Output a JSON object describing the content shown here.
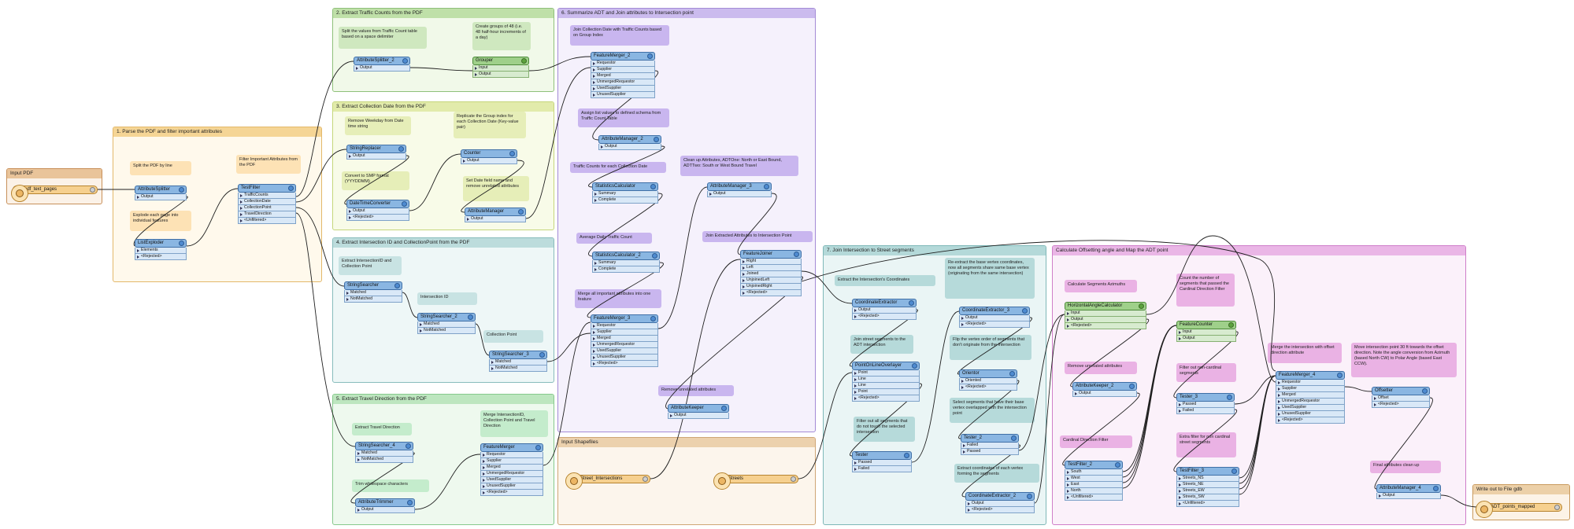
{
  "diagram": {
    "bookmarks": {
      "input_pdf": {
        "title": "Input PDF",
        "color": "#f7e3cf"
      },
      "b1": {
        "title": "1. Parse the PDF and filter important attributes",
        "color": "#fdf3dd"
      },
      "b2": {
        "title": "2. Extract Traffic Counts from the PDF",
        "color": "#eef7e3"
      },
      "b3": {
        "title": "3. Extract Collection Date from the PDF",
        "color": "#f4f8df"
      },
      "b4": {
        "title": "4. Extract Intersection ID and CollectionPoint from the PDF",
        "color": "#e6f2f2"
      },
      "b5": {
        "title": "5. Extract Travel Direction from the PDF",
        "color": "#e7f6e7"
      },
      "b6": {
        "title": "6. Summarize ADT and Join attributes to Intersection point",
        "color": "#efe9f9"
      },
      "input_shp": {
        "title": "Input Shapefiles",
        "color": "#fbf1e6"
      },
      "b7": {
        "title": "7. Join Intersection to Street segments",
        "color": "#e4f1f1"
      },
      "b8": {
        "title": "Calculate Offsetting angle and Map the ADT point",
        "color": "#f7e7f6"
      },
      "write": {
        "title": "Write out to File gdb",
        "color": "#f9ecd9"
      }
    },
    "notes": {
      "n_split": "Split the PDF by line",
      "n_explode": "Explode each page into individual features",
      "n_filter": "Filter Important Attributes from the PDF",
      "n2a": "Split the values from Traffic Count table based on a space delimiter",
      "n2b": "Create groups of 48 (i.e. 48 half-hour increments of a day)",
      "n3a": "Remove Weekday from Date time string",
      "n3b": "Convert to SMP format (YYYDDMM)",
      "n3c": "Replicate the Group index for each Collection Date (Key-value pair)",
      "n3d": "Set Date field name and remove unrelated attributes",
      "n4a": "Extract IntersectionID and Collection Point",
      "n4b": "Intersection ID",
      "n4c": "Collection Point",
      "n5a": "Extract Travel Direction",
      "n5b": "Trim whitespace characters",
      "n5c": "Merge IntersectionID, Collection Point and Travel Direction",
      "n6a": "Join Collection Date with Traffic Counts based on Group Index",
      "n6b": "Assign list values to defined schema from Traffic Count Table",
      "n6c": "Traffic Counts for each Collection Date",
      "n6d": "Average Daily Traffic Count",
      "n6e": "Merge all important attributes into one feature",
      "n6f": "Clean up Attributes, ADTOne: North or East Bound, ADTTwo: South or West Bound Travel",
      "n6g": "Join Extracted Attributes to Intersection Point",
      "n6h": "Remove unrelated attributes",
      "n7a": "Extract the Intersection's Coordinates",
      "n7b": "Join street segments to the ADT intersection",
      "n7c": "Filter out all segments that do not touch the selected intersection",
      "n7d": "Re-extract the base vertex coordinates, now all segments share same base vertex (originating from the same intersection)",
      "n7e": "Flip the vertex order of segments that don't originate from the intersection",
      "n7f": "Select segments that have their base vertex overlapped with the intersection point",
      "n7g": "Extract coordinates of each vertex forming the segments",
      "n8a": "Calculate Segments Azimuths",
      "n8b": "Remove unrelated attributes",
      "n8c": "Cardinal Direction Filter",
      "n8d": "Count the number of segments that passed the Cardinal Direction Filter",
      "n8e": "Filter out non-cardinal segments",
      "n8f": "Extra filter for non cardinal street segments",
      "n8g": "Merge the intersection with offset direction attribute",
      "n8h": "Move intersection point 30 ft towards the offset direction. Note the angle conversion from Azimuth (based North CW) to Polar Angle (based East CCW).",
      "n8i": "Final attributes clean up"
    },
    "transformers": {
      "pdf_reader": {
        "name": "pdf_text_pages",
        "ports": []
      },
      "attr_splitter": {
        "name": "AttributeSplitter",
        "ports": [
          "Output"
        ]
      },
      "list_exploder": {
        "name": "ListExploder",
        "ports": [
          "Elements",
          "<Rejected>"
        ]
      },
      "test_filter": {
        "name": "TestFilter",
        "ports": [
          "TrafficCounts",
          "CollectionDate",
          "CollectionPoint",
          "TravelDirection",
          "<Unfiltered>"
        ]
      },
      "attr_splitter_2": {
        "name": "AttributeSplitter_2",
        "ports": [
          "Output"
        ]
      },
      "grouper": {
        "name": "Grouper",
        "ports": [
          "Input",
          "Output"
        ]
      },
      "string_replacer": {
        "name": "StringReplacer",
        "ports": [
          "Output"
        ]
      },
      "datetime_conv": {
        "name": "DateTimeConverter",
        "ports": [
          "Output",
          "<Rejected>"
        ]
      },
      "counter": {
        "name": "Counter",
        "ports": [
          "Output"
        ]
      },
      "attr_manager": {
        "name": "AttributeManager",
        "ports": [
          "Output"
        ]
      },
      "string_searcher": {
        "name": "StringSearcher",
        "ports": [
          "Matched",
          "NotMatched"
        ]
      },
      "string_searcher_2": {
        "name": "StringSearcher_2",
        "ports": [
          "Matched",
          "NotMatched"
        ]
      },
      "string_searcher_3": {
        "name": "StringSearcher_3",
        "ports": [
          "Matched",
          "NotMatched"
        ]
      },
      "string_searcher_4": {
        "name": "StringSearcher_4",
        "ports": [
          "Matched",
          "NotMatched"
        ]
      },
      "attr_trimmer": {
        "name": "AttributeTrimmer",
        "ports": [
          "Output"
        ]
      },
      "feature_merger": {
        "name": "FeatureMerger",
        "ports": [
          "Requestor",
          "Supplier",
          "Merged",
          "UnmergedRequestor",
          "UsedSupplier",
          "UnusedSupplier",
          "<Rejected>"
        ]
      },
      "feature_merger_2": {
        "name": "FeatureMerger_2",
        "ports": [
          "Requestor",
          "Supplier",
          "Merged",
          "UnmergedRequestor",
          "UsedSupplier",
          "UnusedSupplier"
        ]
      },
      "attr_manager_2": {
        "name": "AttributeManager_2",
        "ports": [
          "Output"
        ]
      },
      "stats_calc": {
        "name": "StatisticsCalculator",
        "ports": [
          "Summary",
          "Complete"
        ]
      },
      "stats_calc_2": {
        "name": "StatisticsCalculator_2",
        "ports": [
          "Summary",
          "Complete"
        ]
      },
      "feature_merger_3": {
        "name": "FeatureMerger_3",
        "ports": [
          "Requestor",
          "Supplier",
          "Merged",
          "UnmergedRequestor",
          "UsedSupplier",
          "UnusedSupplier",
          "<Rejected>"
        ]
      },
      "attr_manager_3": {
        "name": "AttributeManager_3",
        "ports": [
          "Output"
        ]
      },
      "feature_joiner": {
        "name": "FeatureJoiner",
        "ports": [
          "Right",
          "Left",
          "Joined",
          "UnjoinedLeft",
          "UnjoinedRight",
          "<Rejected>"
        ]
      },
      "attr_keeper": {
        "name": "AttributeKeeper",
        "ports": [
          "Output"
        ]
      },
      "street_intersections": {
        "name": "Street_Intersections",
        "ports": []
      },
      "streets": {
        "name": "Streets",
        "ports": []
      },
      "coord_extractor": {
        "name": "CoordinateExtractor",
        "ports": [
          "Output",
          "<Rejected>"
        ]
      },
      "point_on_line": {
        "name": "PointOnLineOverlayer",
        "ports": [
          "Point",
          "Line",
          "Line",
          "Point",
          "<Rejected>"
        ]
      },
      "tester": {
        "name": "Tester",
        "ports": [
          "Passed",
          "Failed"
        ]
      },
      "coord_extractor_3": {
        "name": "CoordinateExtractor_3",
        "ports": [
          "Output",
          "<Rejected>"
        ]
      },
      "orientor": {
        "name": "Orientor",
        "ports": [
          "Oriented",
          "<Rejected>"
        ]
      },
      "tester_2": {
        "name": "Tester_2",
        "ports": [
          "Failed",
          "Passed"
        ]
      },
      "coord_extractor_2": {
        "name": "CoordinateExtractor_2",
        "ports": [
          "Output",
          "<Rejected>"
        ]
      },
      "horiz_angle": {
        "name": "HorizontalAngleCalculator",
        "ports": [
          "Input",
          "Output",
          "<Rejected>"
        ]
      },
      "attr_keeper_2": {
        "name": "AttributeKeeper_2",
        "ports": [
          "Output"
        ]
      },
      "test_filter_2": {
        "name": "TestFilter_2",
        "ports": [
          "South",
          "West",
          "East",
          "North",
          "<Unfiltered>"
        ]
      },
      "feature_counter": {
        "name": "FeatureCounter",
        "ports": [
          "Input",
          "Output"
        ]
      },
      "tester_3": {
        "name": "Tester_3",
        "ports": [
          "Passed",
          "Failed"
        ]
      },
      "test_filter_3": {
        "name": "TestFilter_3",
        "ports": [
          "Streets_NS",
          "Streets_NE",
          "Streets_EW",
          "Streets_SW",
          "<Unfiltered>"
        ]
      },
      "feature_merger_4": {
        "name": "FeatureMerger_4",
        "ports": [
          "Requestor",
          "Supplier",
          "Merged",
          "UnmergedRequestor",
          "UsedSupplier",
          "UnusedSupplier",
          "<Rejected>"
        ]
      },
      "offsetter": {
        "name": "Offsetter",
        "ports": [
          "Offset",
          "<Rejected>"
        ]
      },
      "attr_manager_4": {
        "name": "AttributeManager_4",
        "ports": [
          "Output"
        ]
      },
      "adt_writer": {
        "name": "ADT_points_mapped",
        "ports": []
      }
    }
  }
}
